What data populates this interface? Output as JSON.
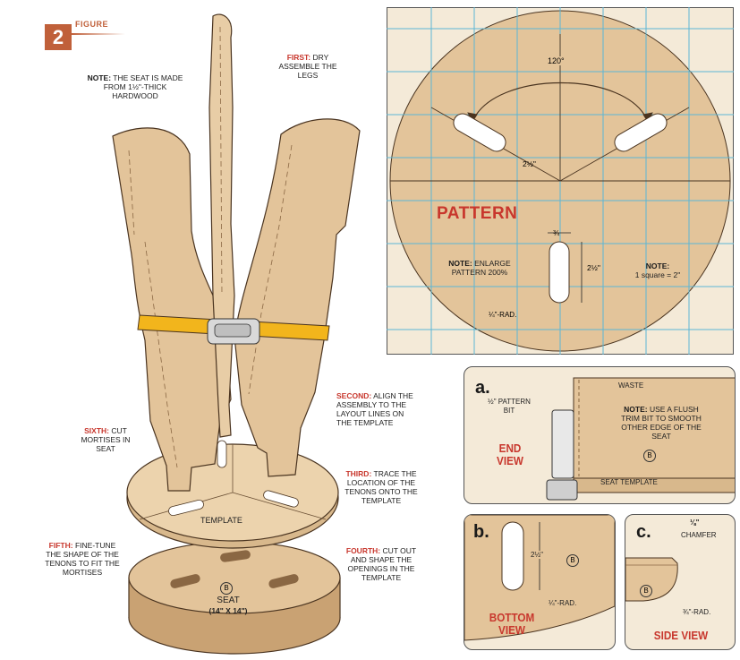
{
  "figure": {
    "number": "2",
    "label": "FIGURE"
  },
  "notes": {
    "seat_note": {
      "bold": "NOTE:",
      "text": "THE SEAT IS MADE FROM 1½\"-THICK HARDWOOD"
    },
    "first": {
      "bold": "FIRST:",
      "text": "DRY ASSEMBLE THE LEGS"
    },
    "second": {
      "bold": "SECOND:",
      "text": "ALIGN THE ASSEMBLY TO THE LAYOUT LINES ON THE TEMPLATE"
    },
    "third": {
      "bold": "THIRD:",
      "text": "TRACE THE LOCATION OF THE TENONS ONTO THE TEMPLATE"
    },
    "fourth": {
      "bold": "FOURTH:",
      "text": "CUT OUT AND SHAPE THE OPENINGS IN THE TEMPLATE"
    },
    "fifth": {
      "bold": "FIFTH:",
      "text": "FINE-TUNE THE SHAPE OF THE TENONS TO FIT THE MORTISES"
    },
    "sixth": {
      "bold": "SIXTH:",
      "text": "CUT MORTISES IN SEAT"
    }
  },
  "main_drawing": {
    "template_label": "TEMPLATE",
    "seat_label": "SEAT",
    "seat_size": "(14\" X 14\")",
    "part_marker": "B"
  },
  "pattern": {
    "title": "PATTERN",
    "angle": "120°",
    "offset": "2½\"",
    "width": "¾",
    "length": "2½\"",
    "radius": "¼\"-RAD.",
    "enlarge_note": {
      "bold": "NOTE:",
      "text": "ENLARGE PATTERN 200%"
    },
    "scale_note": {
      "bold": "NOTE:",
      "text": "1 square = 2\""
    }
  },
  "detail_a": {
    "letter": "a.",
    "waste": "WASTE",
    "bit": "½\" PATTERN BIT",
    "note": {
      "bold": "NOTE:",
      "text": "USE A FLUSH TRIM BIT TO SMOOTH OTHER EDGE OF THE SEAT"
    },
    "part_marker": "B",
    "template": "SEAT TEMPLATE",
    "view": "END VIEW"
  },
  "detail_b": {
    "letter": "b.",
    "length": "2½\"",
    "radius": "¼\"-RAD.",
    "part_marker": "B",
    "view": "BOTTOM VIEW"
  },
  "detail_c": {
    "letter": "c.",
    "chamfer_size": "⅛\"",
    "chamfer": "CHAMFER",
    "radius": "¾\"-RAD.",
    "part_marker": "B",
    "view": "SIDE VIEW"
  },
  "colors": {
    "wood": "#e3c49a",
    "wood_dark": "#c9a273",
    "strap": "#f2b51c",
    "accent": "#c8372d",
    "grid": "#5bb6d6",
    "panel_bg": "#f4ead8"
  }
}
